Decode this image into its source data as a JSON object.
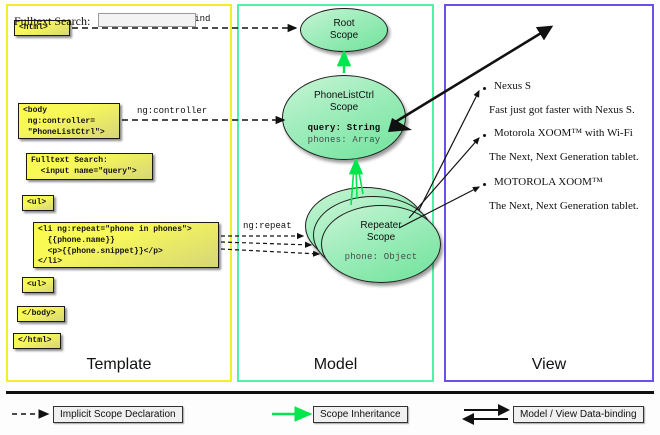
{
  "panels": [
    {
      "id": "template",
      "title": "Template",
      "border_color": "#f2ee2a"
    },
    {
      "id": "model",
      "title": "Model",
      "border_color": "#4ff2a8"
    },
    {
      "id": "view",
      "title": "View",
      "border_color": "#6a4ff2"
    }
  ],
  "template": {
    "boxes": [
      {
        "name": "html-open-tag",
        "text": "<html>"
      },
      {
        "name": "body-open-tag",
        "text": "<body\n ng:controller=\n \"PhoneListCtrl\">"
      },
      {
        "name": "search-markup",
        "text": "Fulltext Search:\n  <input name=\"query\">"
      },
      {
        "name": "ul-open-tag",
        "text": "<ul>"
      },
      {
        "name": "li-repeat-markup",
        "text": "<li ng:repeat=\"phone in phones\">\n  {{phone.name}}\n  <p>{{phone.snippet}}</p>\n</li>"
      },
      {
        "name": "ul-close-tag",
        "text": "<ul>"
      },
      {
        "name": "body-close-tag",
        "text": "</body>"
      },
      {
        "name": "html-close-tag",
        "text": "</html>"
      }
    ]
  },
  "connectors": {
    "autobind_label": "ng:autobind",
    "controller_label": "ng:controller",
    "repeat_label": "ng:repeat"
  },
  "model": {
    "root_scope": {
      "title_line1": "Root",
      "title_line2": "Scope"
    },
    "phonelist_scope": {
      "title_line1": "PhoneListCtrl",
      "title_line2": "Scope",
      "prop_query": "query: String",
      "prop_phones": "phones: Array"
    },
    "repeater_scope": {
      "title_line1": "Repeater",
      "title_line2": "Scope",
      "prop_phone": "phone: Object"
    }
  },
  "view": {
    "search_label": "Fulltext Search:",
    "search_value": "",
    "items": [
      {
        "name": "Nexus S",
        "snippet": "Fast just got faster with Nexus S."
      },
      {
        "name": "Motorola XOOM™  with Wi-Fi",
        "snippet": "The Next, Next Generation tablet."
      },
      {
        "name": "MOTOROLA XOOM™",
        "snippet": "The Next, Next Generation tablet."
      }
    ]
  },
  "legend": [
    {
      "name": "implicit-scope-declaration",
      "label": "Implicit Scope Declaration",
      "style": "dashed-arrow",
      "color": "#111111"
    },
    {
      "name": "scope-inheritance",
      "label": "Scope Inheritance",
      "style": "solid-arrow",
      "color": "#00e64d"
    },
    {
      "name": "model-view-data-binding",
      "label": "Model / View Data-binding",
      "style": "double-arrow",
      "color": "#111111"
    }
  ]
}
